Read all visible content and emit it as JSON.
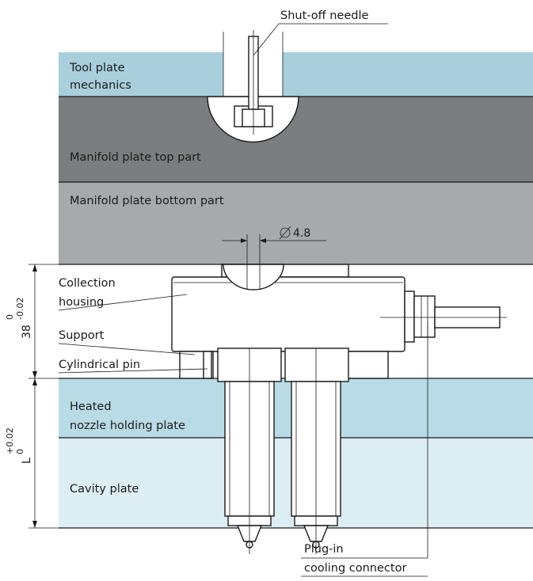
{
  "colors": {
    "tool_plate": "#a9cfdc",
    "manifold_top": "#7b7d80",
    "manifold_bottom": "#a7a9ac",
    "heated_plate": "#b9dbe6",
    "cavity_plate": "#dcedf3",
    "line": "#1a1a1a"
  },
  "labels": {
    "shutoff_needle": "Shut-off needle",
    "tool_plate_1": "Tool plate",
    "tool_plate_2": "mechanics",
    "manifold_top": "Manifold plate top part",
    "manifold_bottom": "Manifold plate bottom part",
    "collection_1": "Collection",
    "collection_2": "housing",
    "support": "Support",
    "cylindrical_pin": "Cylindrical pin",
    "heated_1": "Heated",
    "heated_2": "nozzle holding plate",
    "cavity": "Cavity plate",
    "plugin_1": "Plug-in",
    "plugin_2": "cooling connector"
  },
  "dimensions": {
    "diameter": "4.8",
    "height_38_main": "38",
    "height_38_upper": "0",
    "height_38_lower": "-0.02",
    "height_L_main": "L",
    "height_L_upper": "+0.02",
    "height_L_lower": "0"
  }
}
